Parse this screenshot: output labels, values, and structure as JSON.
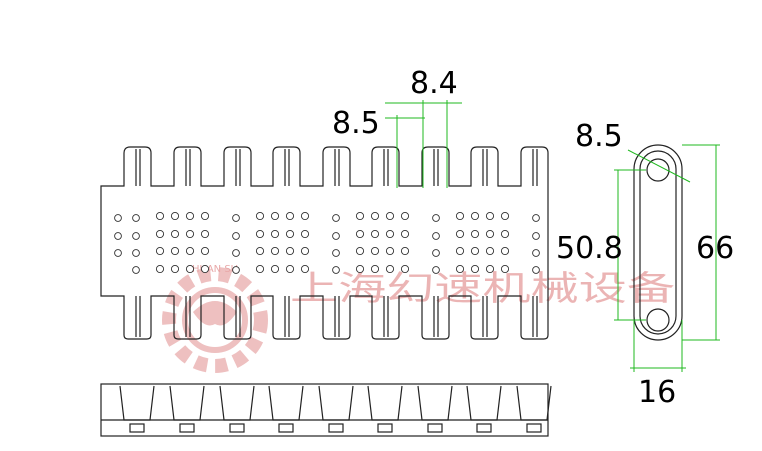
{
  "dimensions": {
    "tooth_gap": "8.4",
    "tooth_width": "8.5",
    "hole_diameter": "8.5",
    "pitch": "50.8",
    "link_height": "66",
    "link_thickness": "16"
  },
  "watermark": {
    "company_cn": "上海幻速机械设备",
    "company_pinyin": "HUAN SU"
  },
  "colors": {
    "outline": "#222222",
    "dimension": "#1fb81f",
    "watermark": "#e8a8a8"
  }
}
